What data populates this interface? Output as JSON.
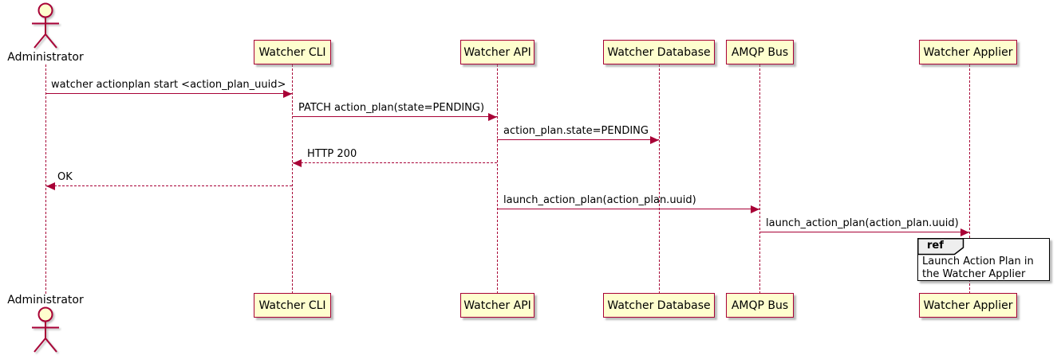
{
  "diagram": {
    "type": "sequence",
    "colors": {
      "participant_fill": "#FEFECE",
      "participant_border": "#A80036",
      "lifeline": "#A80036",
      "arrow": "#A80036",
      "text": "#000000",
      "ref_fill": "#FFFFFF",
      "ref_header_fill": "#EEEEEE",
      "ref_border": "#000000"
    },
    "actor": {
      "name": "Administrator"
    },
    "participants": [
      {
        "label": "Watcher CLI"
      },
      {
        "label": "Watcher API"
      },
      {
        "label": "Watcher Database"
      },
      {
        "label": "AMQP Bus"
      },
      {
        "label": "Watcher Applier"
      }
    ],
    "messages": [
      {
        "from": "Administrator",
        "to": "Watcher CLI",
        "label": "watcher actionplan start <action_plan_uuid>",
        "line": "solid",
        "direction": "right"
      },
      {
        "from": "Watcher CLI",
        "to": "Watcher API",
        "label": "PATCH action_plan(state=PENDING)",
        "line": "solid",
        "direction": "right"
      },
      {
        "from": "Watcher API",
        "to": "Watcher Database",
        "label": "action_plan.state=PENDING",
        "line": "solid",
        "direction": "right"
      },
      {
        "from": "Watcher API",
        "to": "Watcher CLI",
        "label": "HTTP 200",
        "line": "dashed",
        "direction": "left"
      },
      {
        "from": "Watcher CLI",
        "to": "Administrator",
        "label": "OK",
        "line": "dashed",
        "direction": "left"
      },
      {
        "from": "Watcher API",
        "to": "AMQP Bus",
        "label": "launch_action_plan(action_plan.uuid)",
        "line": "solid",
        "direction": "right"
      },
      {
        "from": "AMQP Bus",
        "to": "Watcher Applier",
        "label": "launch_action_plan(action_plan.uuid)",
        "line": "solid",
        "direction": "right"
      }
    ],
    "ref_fragment": {
      "keyword": "ref",
      "over": "Watcher Applier",
      "text": "Launch Action Plan in the Watcher Applier"
    }
  }
}
